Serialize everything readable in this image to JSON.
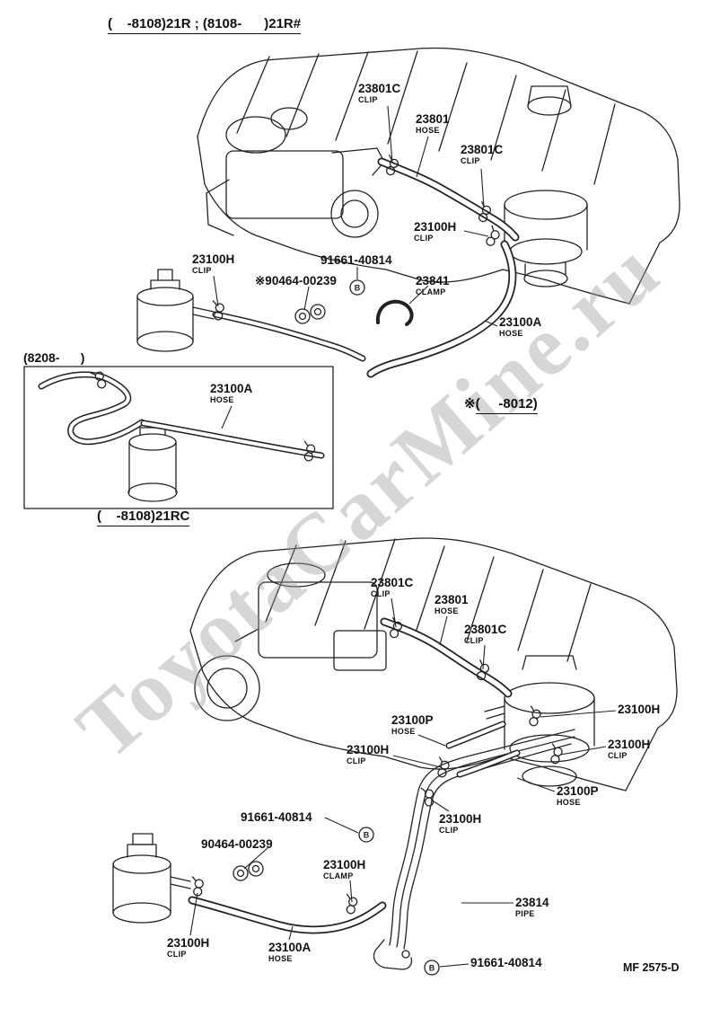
{
  "bolt_symbol": "B",
  "watermark": "ToyotaCarMine.ru",
  "codes": {
    "top": "(    -8108)21R ; (8108-      )21R#",
    "inset": "(8208-      )",
    "note_marker": "※",
    "note": "(     -8012)",
    "mid": "(    -8108)21RC",
    "footer": "MF 2575-D"
  },
  "diagram1": {
    "labels": [
      {
        "part": "23801C",
        "sub": "CLIP"
      },
      {
        "part": "23801",
        "sub": "HOSE"
      },
      {
        "part": "23801C",
        "sub": "CLIP"
      },
      {
        "part": "23100H",
        "sub": "CLIP"
      },
      {
        "part": "23100H",
        "sub": "CLIP"
      },
      {
        "part": "91661-40814",
        "sub": ""
      },
      {
        "part": "※90464-00239",
        "sub": ""
      },
      {
        "part": "23841",
        "sub": "CLAMP"
      },
      {
        "part": "23100A",
        "sub": "HOSE"
      }
    ]
  },
  "inset": {
    "labels": [
      {
        "part": "23100A",
        "sub": "HOSE"
      }
    ]
  },
  "diagram2": {
    "labels": [
      {
        "part": "23801C",
        "sub": "CLIP"
      },
      {
        "part": "23801",
        "sub": "HOSE"
      },
      {
        "part": "23801C",
        "sub": "CLIP"
      },
      {
        "part": "23100H",
        "sub": ""
      },
      {
        "part": "23100P",
        "sub": "HOSE"
      },
      {
        "part": "23100H",
        "sub": "CLIP"
      },
      {
        "part": "23100H",
        "sub": "CLIP"
      },
      {
        "part": "23100P",
        "sub": "HOSE"
      },
      {
        "part": "91661-40814",
        "sub": ""
      },
      {
        "part": "23100H",
        "sub": "CLIP"
      },
      {
        "part": "90464-00239",
        "sub": ""
      },
      {
        "part": "23100H",
        "sub": "CLAMP"
      },
      {
        "part": "23814",
        "sub": "PIPE"
      },
      {
        "part": "23100H",
        "sub": "CLIP"
      },
      {
        "part": "23100A",
        "sub": "HOSE"
      },
      {
        "part": "91661-40814",
        "sub": ""
      }
    ]
  }
}
